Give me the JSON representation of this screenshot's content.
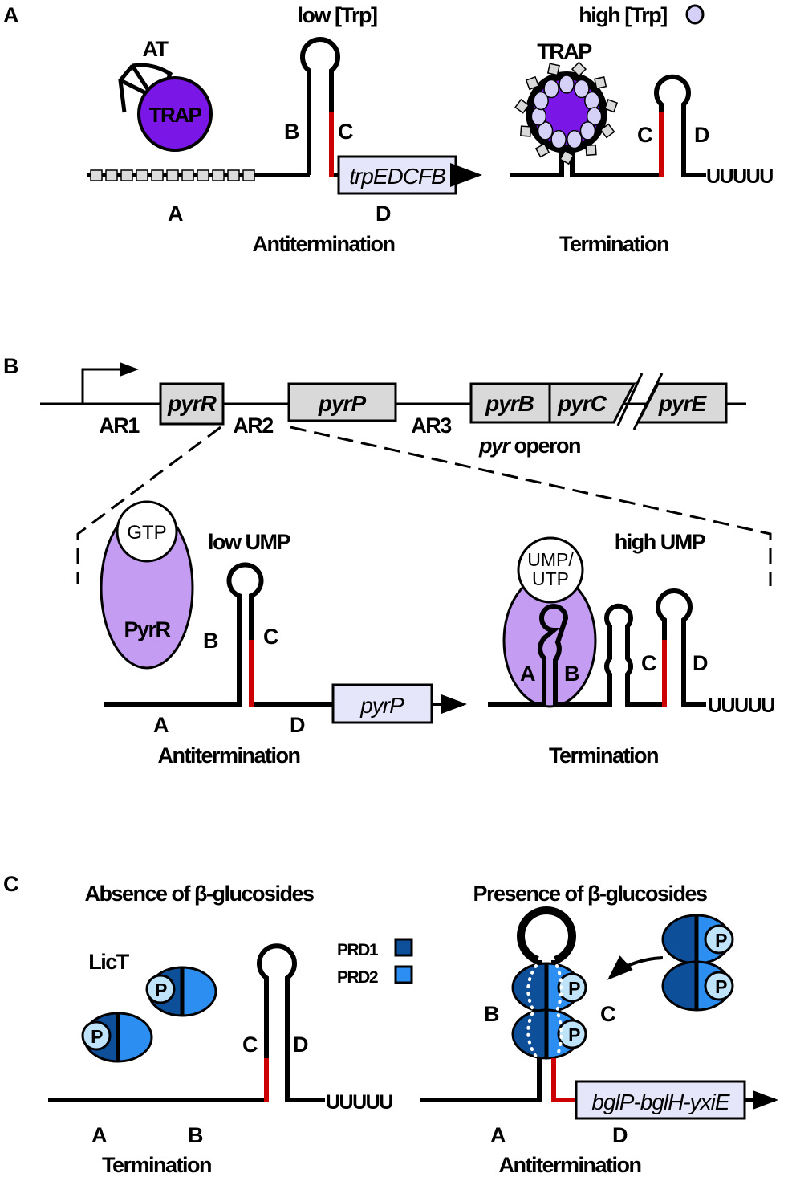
{
  "panel_a": {
    "panel_label": "A",
    "low_condition": "low [Trp]",
    "high_condition": "high [Trp]",
    "at_label": "AT",
    "trap_label": "TRAP",
    "trap_label_bound": "TRAP",
    "gene_box": "trpEDCFB",
    "regions": {
      "a": "A",
      "b": "B",
      "c": "C",
      "d": "D",
      "c2": "C",
      "d2": "D"
    },
    "terminator_u": "UUUUU",
    "antitermination": "Antitermination",
    "termination": "Termination"
  },
  "panel_b": {
    "panel_label": "B",
    "genes": [
      "pyrR",
      "pyrP",
      "pyrB",
      "pyrC",
      "pyrE"
    ],
    "attenuators": [
      "AR1",
      "AR2",
      "AR3"
    ],
    "operon_italic": "pyr",
    "operon_rest": " operon",
    "low_condition": "low UMP",
    "high_condition": "high UMP",
    "gtp": "GTP",
    "ump": "UMP/",
    "utp": "UTP",
    "protein": "PyrR",
    "gene_box": "pyrP",
    "regions": {
      "a": "A",
      "b": "B",
      "c": "C",
      "d": "D",
      "a2": "A",
      "b2": "B",
      "c2": "C",
      "d2": "D"
    },
    "terminator_u": "UUUUU",
    "antitermination": "Antitermination",
    "termination": "Termination"
  },
  "panel_c": {
    "panel_label": "C",
    "absence": "Absence of  β-glucosides",
    "presence": "Presence of β-glucosides",
    "protein": "LicT",
    "legend": [
      {
        "label": "PRD1",
        "color": "#0e4f9a"
      },
      {
        "label": "PRD2",
        "color": "#2b8ef0"
      }
    ],
    "phospho": "P",
    "gene_box": "bglP-bglH-yxiE",
    "regions": {
      "a": "A",
      "b": "B",
      "c": "C",
      "d": "D",
      "a2": "A",
      "b2": "B",
      "c2": "C",
      "d2": "D"
    },
    "terminator_u": "UUUUU",
    "termination": "Termination",
    "antitermination": "Antitermination"
  },
  "colors": {
    "trap": "#7a16e6",
    "tryptophan": "#d4d0f7",
    "pyrr": "#c49cf2",
    "gene_box": "#e6e6fa",
    "gene_gray": "#d9d9d9",
    "prd1": "#0e4f9a",
    "prd2": "#2b8ef0",
    "phosphate": "#bfe3f8",
    "terminator_red": "#cc0000"
  }
}
